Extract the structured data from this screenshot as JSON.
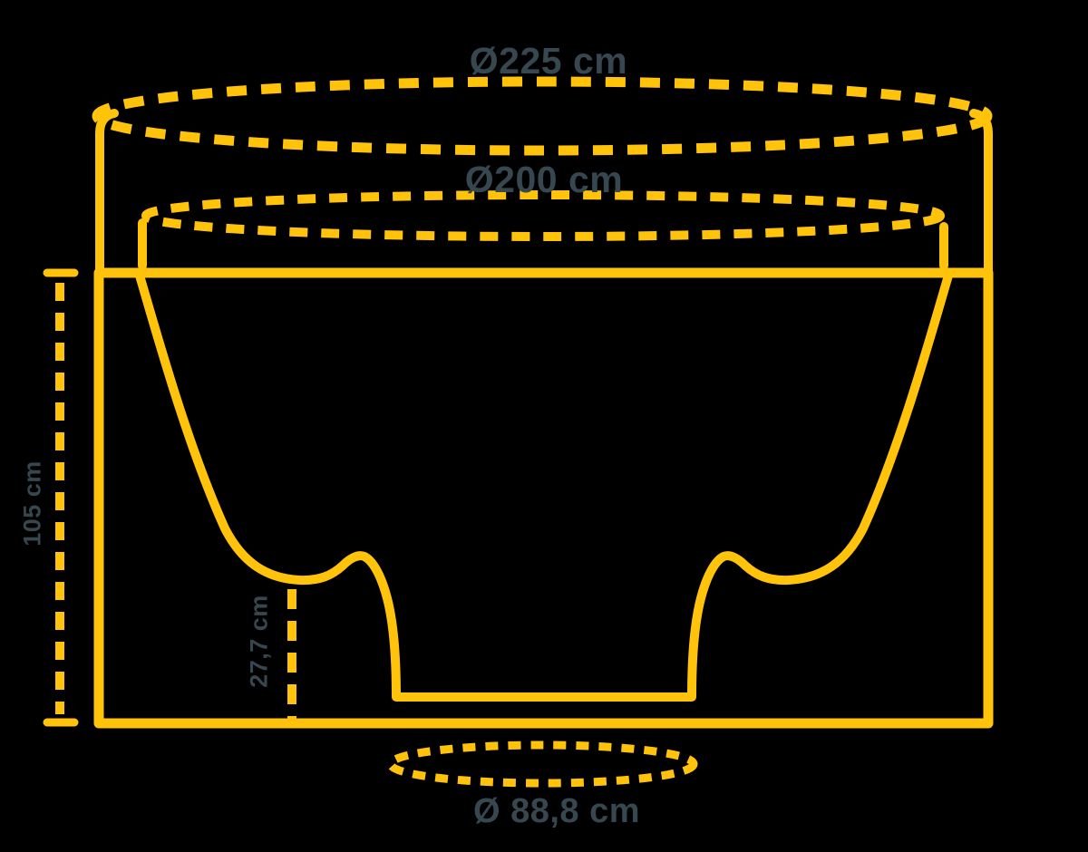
{
  "diagram": {
    "type": "hot-tub-cross-section-dimension-drawing",
    "background_color": "#000000",
    "line_color": "#FFC30B",
    "text_color": "#37474F",
    "labels": {
      "outer_diameter": "Ø225 cm",
      "inner_diameter": "Ø200 cm",
      "height": "105 cm",
      "seat_height": "27,7 cm",
      "base_diameter": "Ø 88,8 cm"
    },
    "measurements": [
      {
        "name": "outer rim diameter",
        "value": "Ø225 cm",
        "style": "dashed ellipse, top"
      },
      {
        "name": "inner rim diameter",
        "value": "Ø200 cm",
        "style": "dashed ellipse, below top"
      },
      {
        "name": "overall height",
        "value": "105 cm",
        "style": "dashed vertical dimension line, left"
      },
      {
        "name": "seat height",
        "value": "27,7 cm",
        "style": "dashed vertical dimension line, inside tub"
      },
      {
        "name": "footwell base diameter",
        "value": "Ø 88,8 cm",
        "style": "dashed ellipse, bottom"
      }
    ]
  }
}
